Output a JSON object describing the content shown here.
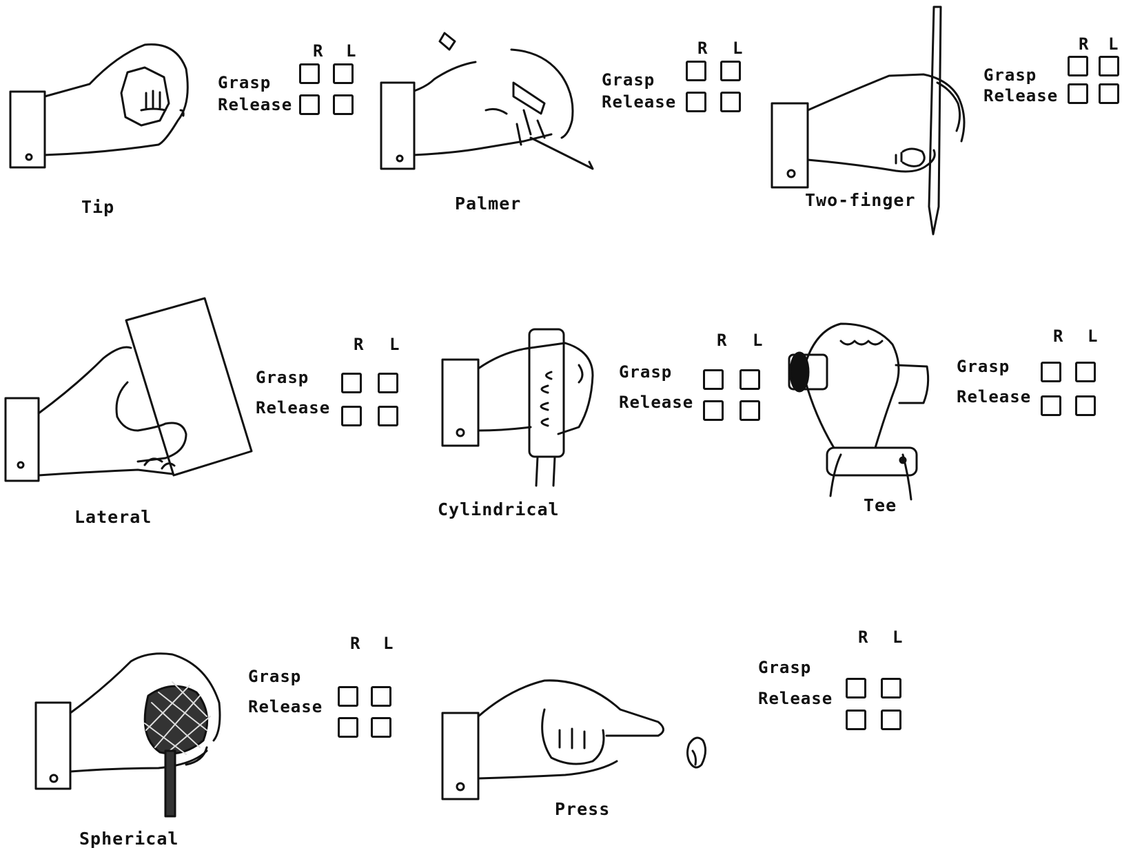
{
  "form": {
    "col_right": "R",
    "col_left": "L",
    "grasp_label": "Grasp",
    "release_label": "Release",
    "items": [
      {
        "id": "tip",
        "caption": "Tip",
        "checks": {
          "grasp_r": false,
          "grasp_l": false,
          "release_r": false,
          "release_l": false
        }
      },
      {
        "id": "palmer",
        "caption": "Palmer",
        "checks": {
          "grasp_r": false,
          "grasp_l": false,
          "release_r": false,
          "release_l": false
        }
      },
      {
        "id": "two-finger",
        "caption": "Two-finger",
        "checks": {
          "grasp_r": false,
          "grasp_l": false,
          "release_r": false,
          "release_l": false
        }
      },
      {
        "id": "lateral",
        "caption": "Lateral",
        "checks": {
          "grasp_r": false,
          "grasp_l": false,
          "release_r": false,
          "release_l": false
        }
      },
      {
        "id": "cylindrical",
        "caption": "Cylindrical",
        "checks": {
          "grasp_r": false,
          "grasp_l": false,
          "release_r": false,
          "release_l": false
        }
      },
      {
        "id": "tee",
        "caption": "Tee",
        "checks": {
          "grasp_r": false,
          "grasp_l": false,
          "release_r": false,
          "release_l": false
        }
      },
      {
        "id": "spherical",
        "caption": "Spherical",
        "checks": {
          "grasp_r": false,
          "grasp_l": false,
          "release_r": false,
          "release_l": false
        }
      },
      {
        "id": "press",
        "caption": "Press",
        "checks": {
          "grasp_r": false,
          "grasp_l": false,
          "release_r": false,
          "release_l": false
        }
      }
    ]
  }
}
